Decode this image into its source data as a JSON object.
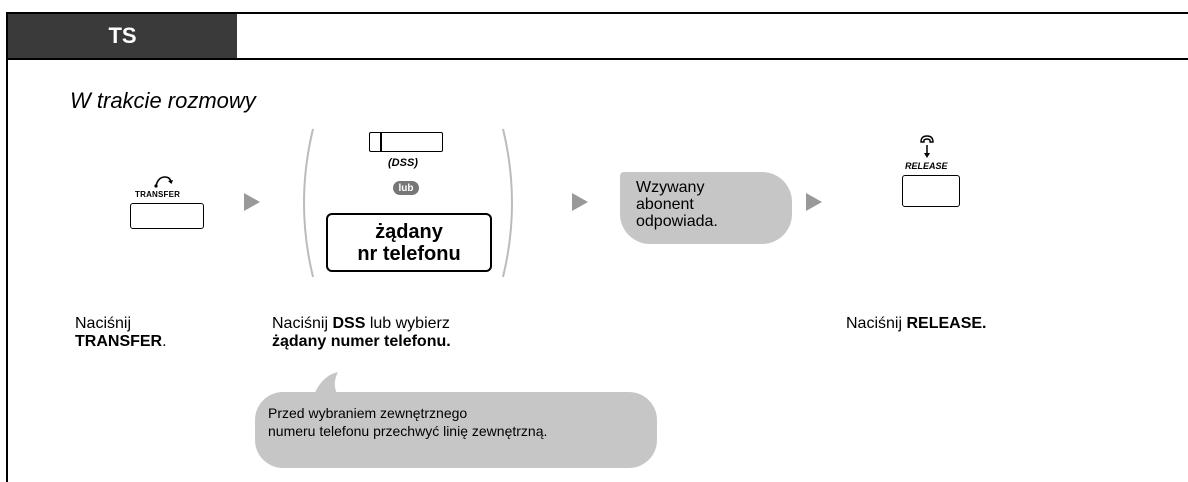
{
  "tab": {
    "label": "TS"
  },
  "mode_title": "W trakcie rozmowy",
  "step1": {
    "button_label": "TRANSFER",
    "caption_line1": "Naciśnij",
    "caption_bold": "TRANSFER",
    "caption_end": "."
  },
  "step2": {
    "dss_label": "(DSS)",
    "or_label": "lub",
    "phone_line1": "żądany",
    "phone_line2": "nr telefonu",
    "caption_prefix": "Naciśnij ",
    "caption_bold1": "DSS",
    "caption_mid": " lub wybierz",
    "caption_bold2": "żądany numer telefonu."
  },
  "step3": {
    "line1": "Wzywany",
    "line2": "abonent",
    "line3": "odpowiada."
  },
  "step4": {
    "button_label": "RELEASE",
    "caption_prefix": "Naciśnij ",
    "caption_bold": "RELEASE."
  },
  "note": {
    "line1": "Przed wybraniem zewnętrznego",
    "line2": "numeru telefonu przechwyć linię zewnętrzną."
  },
  "colors": {
    "tab_bg": "#3a3a3a",
    "bubble": "#c6c6c6",
    "arrow": "#999999",
    "paren": "#bbbbbb"
  },
  "icons": [
    "transfer-curve-icon",
    "handset-release-icon",
    "play-arrow-icon"
  ]
}
